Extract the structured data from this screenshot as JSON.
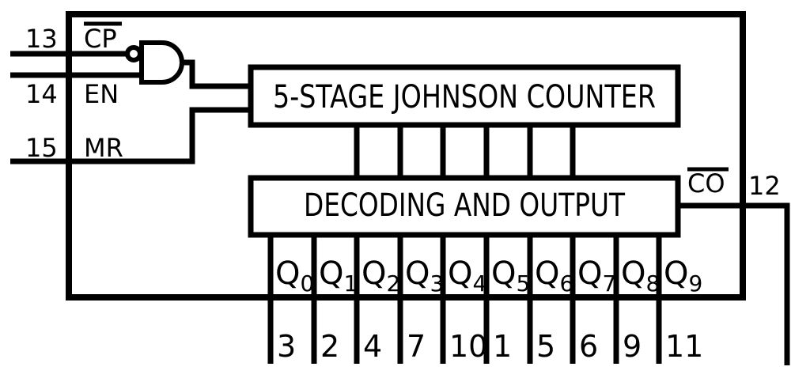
{
  "colors": {
    "line": "#000000",
    "background": "#ffffff"
  },
  "blocks": {
    "counter_label": "5-STAGE JOHNSON COUNTER",
    "decoder_label": "DECODING AND OUTPUT"
  },
  "inputs": [
    {
      "pin": "13",
      "label": "CP",
      "inverted": true
    },
    {
      "pin": "14",
      "label": "EN",
      "inverted": false
    },
    {
      "pin": "15",
      "label": "MR",
      "inverted": false
    }
  ],
  "outputs": [
    {
      "label": "Q",
      "sub": "0",
      "pin": "3"
    },
    {
      "label": "Q",
      "sub": "1",
      "pin": "2"
    },
    {
      "label": "Q",
      "sub": "2",
      "pin": "4"
    },
    {
      "label": "Q",
      "sub": "3",
      "pin": "7"
    },
    {
      "label": "Q",
      "sub": "4",
      "pin": "10"
    },
    {
      "label": "Q",
      "sub": "5",
      "pin": "1"
    },
    {
      "label": "Q",
      "sub": "6",
      "pin": "5"
    },
    {
      "label": "Q",
      "sub": "7",
      "pin": "6"
    },
    {
      "label": "Q",
      "sub": "8",
      "pin": "9"
    },
    {
      "label": "Q",
      "sub": "9",
      "pin": "11"
    }
  ],
  "carry": {
    "label": "CO",
    "pin": "12",
    "inverted": true
  }
}
